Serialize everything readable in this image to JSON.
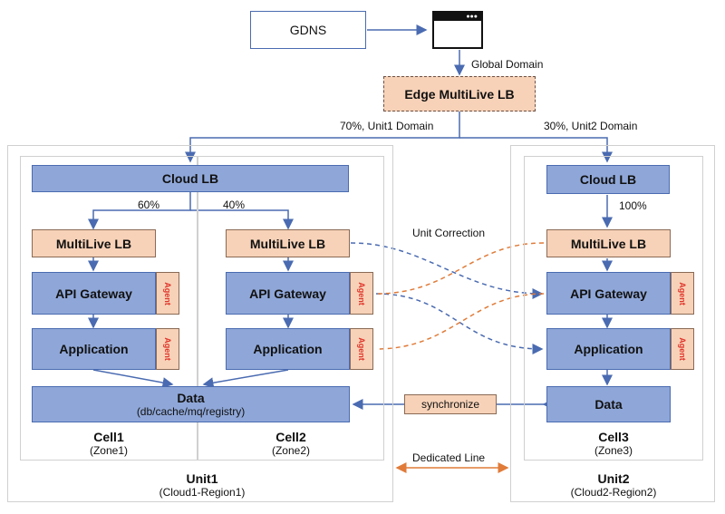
{
  "gdns": {
    "label": "GDNS"
  },
  "browser": {
    "icon": "browser-window-icon"
  },
  "global_domain": "Global Domain",
  "edge": {
    "label": "Edge MultiLive LB"
  },
  "routes": {
    "unit1": "70%, Unit1 Domain",
    "unit2": "30%, Unit2 Domain"
  },
  "unit1": {
    "cloud_lb": "Cloud LB",
    "split_left": "60%",
    "split_right": "40%",
    "cell1": {
      "multilive": "MultiLive LB",
      "gateway": "API Gateway",
      "application": "Application",
      "agent1": "Agent",
      "agent2": "Agent",
      "title": "Cell1",
      "zone": "(Zone1)"
    },
    "cell2": {
      "multilive": "MultiLive LB",
      "gateway": "API Gateway",
      "application": "Application",
      "agent1": "Agent",
      "agent2": "Agent",
      "title": "Cell2",
      "zone": "(Zone2)"
    },
    "data_title": "Data",
    "data_sub": "(db/cache/mq/registry)",
    "title": "Unit1",
    "region": "(Cloud1-Region1)"
  },
  "unit2": {
    "cloud_lb": "Cloud LB",
    "split": "100%",
    "cell3": {
      "multilive": "MultiLive LB",
      "gateway": "API Gateway",
      "application": "Application",
      "agent1": "Agent",
      "agent2": "Agent",
      "data": "Data",
      "title": "Cell3",
      "zone": "(Zone3)"
    },
    "title": "Unit2",
    "region": "(Cloud2-Region2)"
  },
  "middle": {
    "unit_correction": "Unit Correction",
    "synchronize": "synchronize",
    "dedicated_line": "Dedicated Line"
  },
  "colors": {
    "blue_fill": "#8fa7d8",
    "blue_border": "#4a6bb1",
    "peach_fill": "#f7d2b8",
    "arrow_blue": "#4a6bb1",
    "arrow_orange": "#e07b39",
    "agent_text": "#e0342a"
  }
}
